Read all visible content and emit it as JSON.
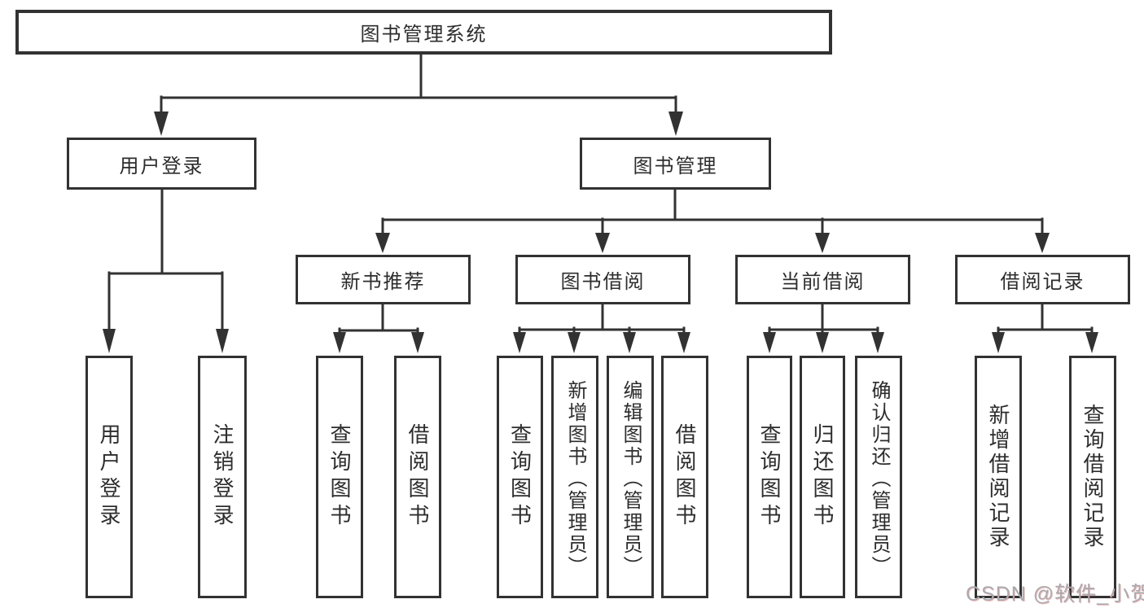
{
  "diagram_title": "图书管理系统",
  "colors": {
    "line": "#323232",
    "box_border": "#323232",
    "text": "#2d2d2d",
    "background": "#ffffff",
    "watermark": "#a9a9ae"
  },
  "tree": {
    "root": {
      "label": "图书管理系统"
    },
    "children": [
      {
        "label": "用户登录",
        "children": [
          {
            "label": "用户登录"
          },
          {
            "label": "注销登录"
          }
        ]
      },
      {
        "label": "图书管理",
        "children": [
          {
            "label": "新书推荐",
            "children": [
              {
                "label": "查询图书"
              },
              {
                "label": "借阅图书"
              }
            ]
          },
          {
            "label": "图书借阅",
            "children": [
              {
                "label": "查询图书"
              },
              {
                "label": "新增图书（管理员）"
              },
              {
                "label": "编辑图书（管理员）"
              },
              {
                "label": "借阅图书"
              }
            ]
          },
          {
            "label": "当前借阅",
            "children": [
              {
                "label": "查询图书"
              },
              {
                "label": "归还图书"
              },
              {
                "label": "确认归还（管理员）"
              }
            ]
          },
          {
            "label": "借阅记录",
            "children": [
              {
                "label": "新增借阅记录"
              },
              {
                "label": "查询借阅记录"
              }
            ]
          }
        ]
      }
    ]
  },
  "watermark": {
    "text": "CSDN @软件_小贺同学"
  }
}
